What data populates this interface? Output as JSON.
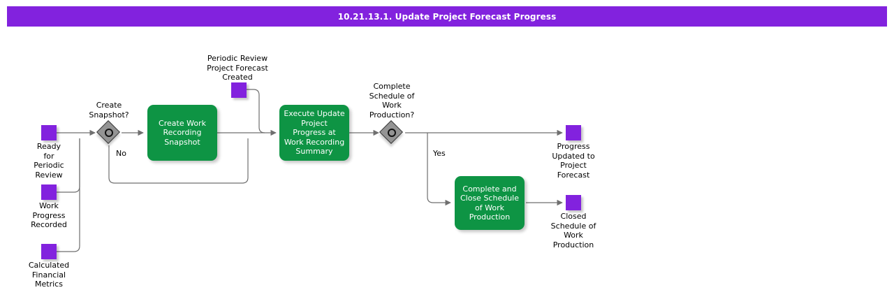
{
  "header": {
    "title": "10.21.13.1. Update Project Forecast Progress",
    "bar_color": "#8222de",
    "text_color": "#ffffff"
  },
  "palette": {
    "event": "#8222de",
    "task": "#0e9444",
    "gateway": "#949494",
    "connector": "#595959",
    "background": "#ffffff"
  },
  "diagram": {
    "type": "bpmn-process-flow",
    "start_events": [
      {
        "id": "ready-for-periodic-review",
        "label": "Ready\nfor\nPeriodic\nReview",
        "icon": "message-event-icon"
      },
      {
        "id": "work-progress-recorded",
        "label": "Work\nProgress\nRecorded",
        "icon": "message-event-icon"
      },
      {
        "id": "calculated-financial-metrics",
        "label": "Calculated\nFinancial\nMetrics",
        "icon": "message-event-icon"
      }
    ],
    "intermediate_events": [
      {
        "id": "periodic-review-project-forecast-created",
        "label": "Periodic Review\nProject Forecast\nCreated",
        "icon": "message-event-icon"
      }
    ],
    "end_events": [
      {
        "id": "progress-updated-to-project-forecast",
        "label": "Progress\nUpdated to\nProject\nForecast",
        "icon": "message-event-icon"
      },
      {
        "id": "closed-schedule-of-work-production",
        "label": "Closed\nSchedule of\nWork\nProduction",
        "icon": "message-event-icon"
      }
    ],
    "gateways": [
      {
        "id": "create-snapshot",
        "label": "Create\nSnapshot?",
        "kind": "inclusive"
      },
      {
        "id": "complete-schedule-of-work-production",
        "label": "Complete\nSchedule of\nWork\nProduction?",
        "kind": "inclusive"
      }
    ],
    "tasks": [
      {
        "id": "create-work-recording-snapshot",
        "label": "Create Work\nRecording\nSnapshot"
      },
      {
        "id": "execute-update-project-progress-at-work-recording-summary",
        "label": "Execute Update\nProject Progress\nat Work\nRecording\nSummary"
      },
      {
        "id": "complete-and-close-schedule-of-work-production",
        "label": "Complete and\nClose Schedule\nof Work\nProduction"
      }
    ],
    "flow_labels": [
      {
        "id": "create-snapshot-no",
        "label": "No"
      },
      {
        "id": "complete-schedule-yes",
        "label": "Yes"
      }
    ]
  }
}
